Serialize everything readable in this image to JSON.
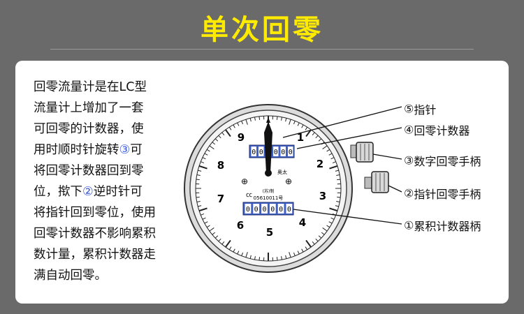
{
  "header": {
    "title": "单次回零"
  },
  "description": {
    "lines": [
      "回零流量计是在LC型",
      "流量计上增加了一套",
      "可回零的计数器，使",
      "用时顺时针旋转③可",
      "将回零计数器回到零",
      "位，揿下②逆时针可",
      "将指针回到零位，使用",
      "回零计数器不影响累积",
      "数计量，累积计数器走",
      "满自动回零。"
    ]
  },
  "gauge": {
    "dial_numbers": [
      "1",
      "2",
      "3",
      "4",
      "5",
      "6",
      "7",
      "8",
      "9"
    ],
    "brand_text": "奥太",
    "cert_text": "(苏)制",
    "serial_text": "05610011号",
    "top_counter_digits": [
      "0",
      "0",
      "0",
      "0",
      "0",
      "0"
    ],
    "bottom_counter_digits": [
      "0",
      "0",
      "0",
      "0",
      "0",
      "0"
    ]
  },
  "callouts": [
    {
      "num": "⑤",
      "label": "指针"
    },
    {
      "num": "④",
      "label": "回零计数器"
    },
    {
      "num": "③",
      "label": "数字回零手柄"
    },
    {
      "num": "②",
      "label": "指针回零手柄"
    },
    {
      "num": "①",
      "label": "累积计数器柄"
    }
  ],
  "colors": {
    "title": "#ffeb00",
    "background": "#6a6a6a",
    "panel": "#ffffff",
    "accent": "#3b5bd6"
  }
}
